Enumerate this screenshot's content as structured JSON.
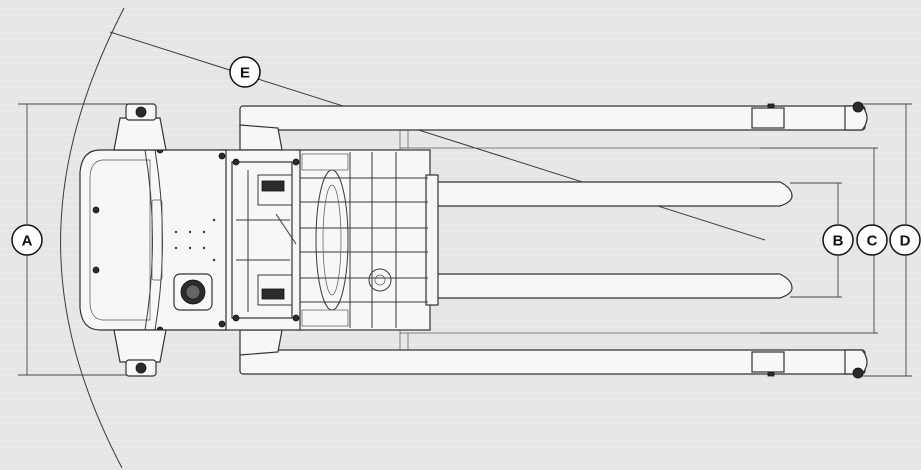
{
  "diagram": {
    "dimension_labels": {
      "a": "A",
      "b": "B",
      "c": "C",
      "d": "D",
      "e": "E"
    }
  },
  "colors": {
    "background": "#e6e6e6",
    "line": "#333333",
    "label_fill": "#ffffff"
  }
}
